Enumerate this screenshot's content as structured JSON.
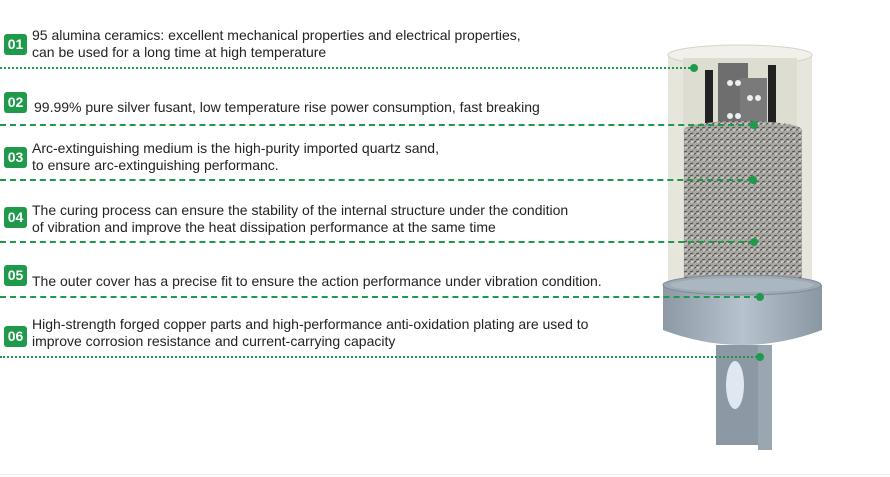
{
  "features": [
    {
      "number": "01",
      "lines": [
        "95 alumina ceramics: excellent mechanical properties and electrical properties,",
        "can be used for a long time at high temperature"
      ]
    },
    {
      "number": "02",
      "lines": [
        "99.99% pure silver fusant, low temperature rise power consumption, fast breaking"
      ]
    },
    {
      "number": "03",
      "lines": [
        "Arc-extinguishing medium is the high-purity imported quartz sand,",
        "to ensure arc-extinguishing performanc."
      ]
    },
    {
      "number": "04",
      "lines": [
        "The curing process can ensure the stability of the internal structure under the condition",
        "of vibration and improve the heat dissipation performance at the same time"
      ]
    },
    {
      "number": "05",
      "lines": [
        "The outer cover has a precise fit to ensure the action performance under vibration condition."
      ]
    },
    {
      "number": "06",
      "lines": [
        "High-strength forged copper parts and high-performance anti-oxidation plating are used to",
        "improve corrosion resistance and current-carrying capacity"
      ]
    }
  ],
  "colors": {
    "accent": "#1e9a4a"
  }
}
